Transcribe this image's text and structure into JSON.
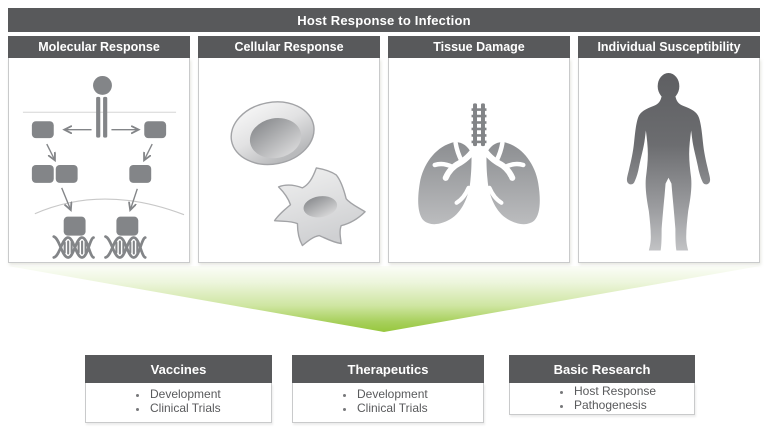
{
  "header": {
    "title": "Host Response to Infection"
  },
  "panels": [
    {
      "label": "Molecular Response",
      "icon": "signaling-pathway-icon"
    },
    {
      "label": "Cellular Response",
      "icon": "immune-cells-icon"
    },
    {
      "label": "Tissue Damage",
      "icon": "lungs-icon"
    },
    {
      "label": "Individual Susceptibility",
      "icon": "human-silhouette-icon"
    }
  ],
  "funnel": {
    "shape": "downward-arrow",
    "color_top": "#FFFFFF",
    "color_tip": "#97C73E"
  },
  "outcome_boxes": [
    {
      "title": "Vaccines",
      "items": [
        "Development",
        "Clinical Trials"
      ]
    },
    {
      "title": "Therapeutics",
      "items": [
        "Development",
        "Clinical Trials"
      ]
    },
    {
      "title": "Basic Research",
      "items": [
        "Host Response",
        "Pathogenesis"
      ]
    }
  ],
  "colors": {
    "header_bg": "#58595B",
    "header_text": "#FFFFFF",
    "panel_border": "#C9CACB",
    "body_text": "#595A5C",
    "icon_gray": "#838588",
    "accent_green": "#97C73E"
  }
}
